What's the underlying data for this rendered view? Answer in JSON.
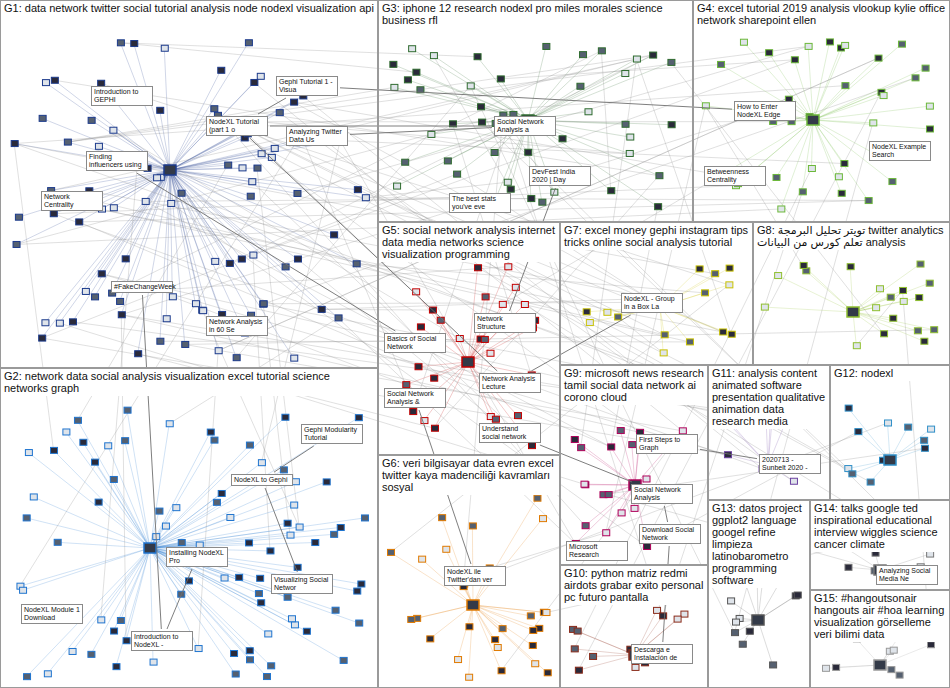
{
  "diagram": {
    "nodes": [
      {
        "text": [
          "G1: data network twitter social tutorial analysis node nodexl visualization api"
        ]
      },
      {
        "text": [
          "G2: network data social analysis visualization excel tutorial science networks graph"
        ]
      },
      {
        "text": [
          "G3: iphone 12 research nodexl pro miles morales science business rfl"
        ]
      },
      {
        "text": [
          "G4: excel tutorial 2019 analysis vlookup kylie office network sharepoint ellen"
        ]
      },
      {
        "text": [
          "G5: social network analysis internet data media networks science visualization programming"
        ]
      },
      {
        "text": [
          "G6: veri bilgisayar data evren excel twitter kaya madenciliği kavramları sosyal"
        ]
      },
      {
        "text": [
          "G7: excel money gephi instagram tips tricks online social analysis tutorial"
        ]
      },
      {
        "text": [
          "G8: تويتر تحليل البرمجة twitter analytics تعلم كورس من البيانات analysis"
        ]
      },
      {
        "text": [
          "G9: microsoft news research tamil social data network ai corono cloud"
        ]
      },
      {
        "text": [
          "G10: python matriz redmi airdots grabar exito personal pc futuro pantalla"
        ]
      },
      {
        "text": [
          "G11: analysis content animated software presentation qualitative animation data research media"
        ]
      },
      {
        "text": [
          "G12: nodexl"
        ]
      },
      {
        "text": [
          "G13: datos project ggplot2 language googel refine limpieza latinobarometro programming software"
        ]
      },
      {
        "text": [
          "G14: talks google ted inspirational educational interview wiggles science cancer climate"
        ]
      },
      {
        "text": [
          "G15: #hangoutsonair hangouts air #hoa learning visualization görselleme veri bilimi data"
        ]
      },
      {
        "text": [
          "Gephi Tutorial 1 - Visua"
        ],
        "in": 0
      },
      {
        "text": [
          "Introduction to GEPHI"
        ],
        "in": 0
      },
      {
        "text": [
          "NodeXL Tutorial (part 1 o"
        ],
        "in": 0
      },
      {
        "text": [
          "Network Centrality"
        ],
        "in": 0
      },
      {
        "text": [
          "Analyzing Twitter Data Us"
        ],
        "in": 0
      },
      {
        "text": [
          "Network Analysis in 60 Se"
        ],
        "in": 0
      },
      {
        "text": [
          "#FakeChangeWeek"
        ],
        "in": 0
      },
      {
        "text": [
          "Finding influencers using"
        ],
        "in": 0
      },
      {
        "text": [
          "Introduction to NodeXL -"
        ],
        "in": 1
      },
      {
        "text": [
          "Visualizing Social Networ"
        ],
        "in": 1
      },
      {
        "text": [
          "NodeXL to Gephi"
        ],
        "in": 1
      },
      {
        "text": [
          "Gephi Modularity Tutorial"
        ],
        "in": 1
      },
      {
        "text": [
          "Installing NodeXL Pro"
        ],
        "in": 1
      },
      {
        "text": [
          "NodeXL Module 1 Download"
        ],
        "in": 1
      },
      {
        "text": [
          "Social Network Analysis a"
        ],
        "in": 2
      },
      {
        "text": [
          "DevFest India 2020 | Day"
        ],
        "in": 2
      },
      {
        "text": [
          "The best stats you've eve"
        ],
        "in": 2
      },
      {
        "text": [
          "How to Enter NodeXL Edge"
        ],
        "in": 3
      },
      {
        "text": [
          "Betweenness Centrality"
        ],
        "in": 3
      },
      {
        "text": [
          "NodeXL Example Search"
        ],
        "in": 3
      },
      {
        "text": [
          "Basics of Social Network"
        ],
        "in": 4
      },
      {
        "text": [
          "Social Network Analysis &"
        ],
        "in": 4
      },
      {
        "text": [
          "Network Analysis Lecture"
        ],
        "in": 4
      },
      {
        "text": [
          "Understand social network"
        ],
        "in": 4
      },
      {
        "text": [
          "Network Structure"
        ],
        "in": 4
      },
      {
        "text": [
          "NodeXL ile Twitter'dan ver"
        ],
        "in": 5
      },
      {
        "text": [
          "NodeXL - Group in a Box La"
        ],
        "in": 6
      },
      {
        "text": [
          "Microsoft Research"
        ],
        "in": 8
      },
      {
        "text": [
          "First Steps to Graph"
        ],
        "in": 8
      },
      {
        "text": [
          "Social Network Analysis"
        ],
        "in": 8
      },
      {
        "text": [
          "Download Social Network"
        ],
        "in": 8
      },
      {
        "text": [
          "Descarga e Instalación de"
        ],
        "in": 9
      },
      {
        "text": [
          "2020713 - Sunbelt 2020 -"
        ],
        "in": 10
      },
      {
        "text": [
          "Analyzing Social Media Ne"
        ],
        "in": 13
      }
    ],
    "edges": [
      {
        "from": 17,
        "to": 29,
        "arrow": "none"
      },
      {
        "from": 19,
        "to": 29,
        "arrow": "none"
      },
      {
        "from": 15,
        "to": 32,
        "arrow": "none"
      },
      {
        "from": 17,
        "to": 37,
        "arrow": "none"
      },
      {
        "from": 22,
        "to": 35,
        "arrow": "none"
      },
      {
        "from": 25,
        "to": 24,
        "arrow": "none"
      },
      {
        "from": 23,
        "to": 27,
        "arrow": "none"
      },
      {
        "from": 26,
        "to": 25,
        "arrow": "none"
      },
      {
        "from": 38,
        "to": 44,
        "arrow": "none"
      },
      {
        "from": 36,
        "to": 40,
        "arrow": "none"
      },
      {
        "from": 37,
        "to": 41,
        "arrow": "none"
      },
      {
        "from": 43,
        "to": 47,
        "arrow": "none"
      },
      {
        "from": 44,
        "to": 45,
        "arrow": "none"
      },
      {
        "from": 30,
        "to": 39,
        "arrow": "none"
      },
      {
        "from": 21,
        "to": 23,
        "arrow": "none"
      },
      {
        "from": 46,
        "to": 45,
        "arrow": "none"
      },
      {
        "from": 15,
        "to": 17,
        "arrow": "none"
      }
    ]
  }
}
